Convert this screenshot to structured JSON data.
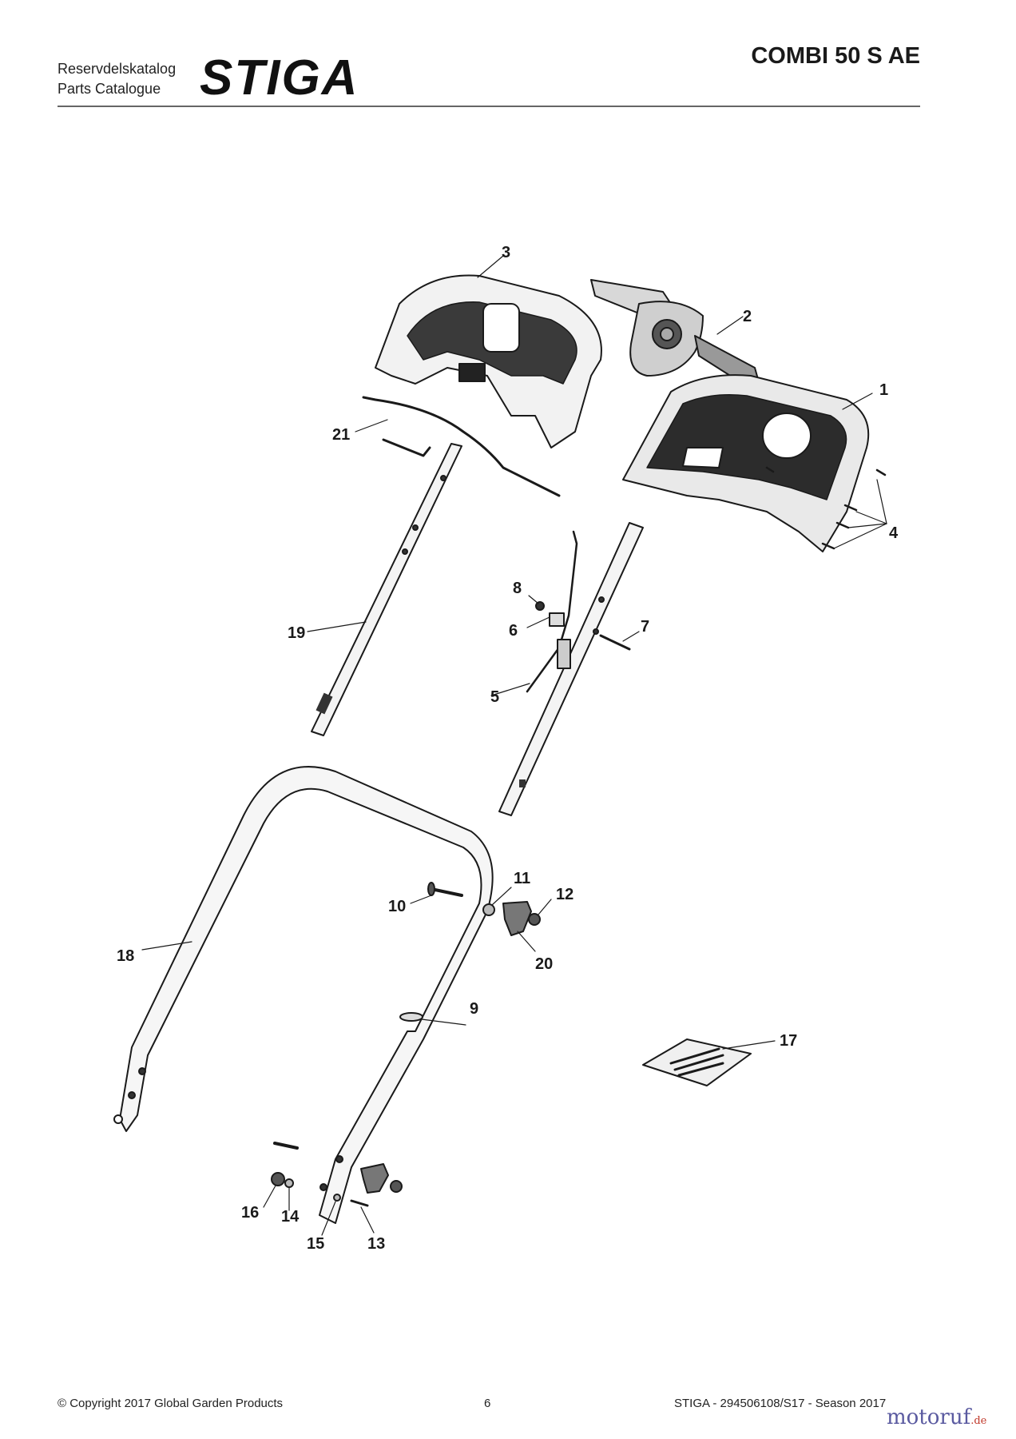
{
  "header": {
    "catalog_sv": "Reservdelskatalog",
    "catalog_en": "Parts Catalogue",
    "brand": "STIGA",
    "model": "COMBI 50 S AE"
  },
  "callouts": [
    "1",
    "2",
    "3",
    "4",
    "5",
    "6",
    "7",
    "8",
    "9",
    "10",
    "11",
    "12",
    "13",
    "14",
    "15",
    "16",
    "17",
    "18",
    "19",
    "20",
    "21"
  ],
  "footer": {
    "copyright": "© Copyright 2017 Global Garden Products",
    "page": "6",
    "doc_ref": "STIGA - 294506108/S17 - Season 2017"
  },
  "watermark": {
    "name": "motoruf",
    "tld": ".de"
  }
}
